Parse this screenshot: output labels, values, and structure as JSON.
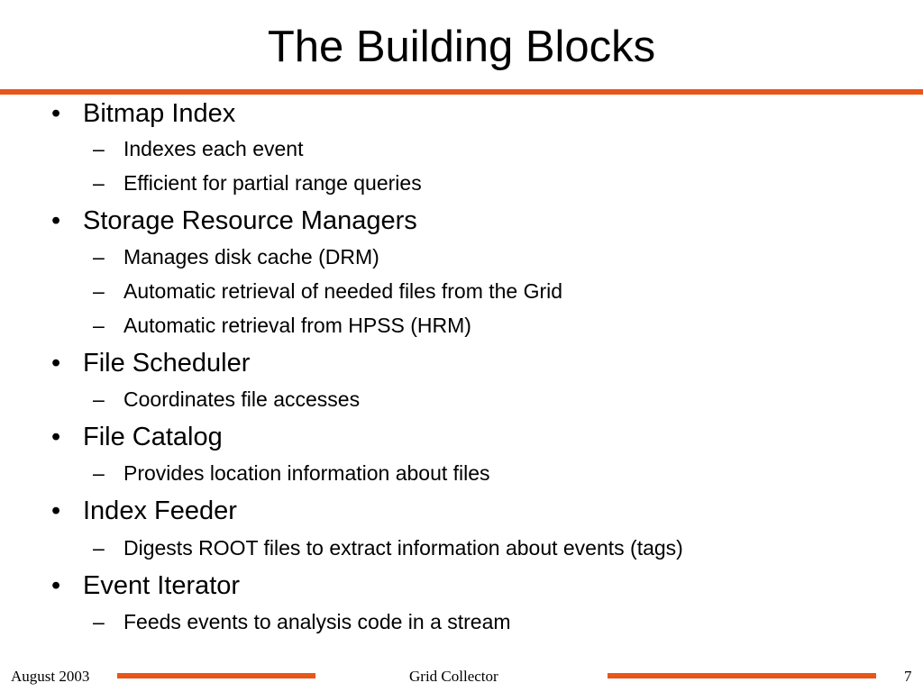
{
  "slide": {
    "title": "The Building Blocks",
    "accent_color": "#e8561a"
  },
  "bullets": [
    {
      "label": "Bitmap Index",
      "marker": "•",
      "subitems": [
        {
          "label": "Indexes each event",
          "marker": "–"
        },
        {
          "label": "Efficient for partial range queries",
          "marker": "–"
        }
      ]
    },
    {
      "label": "Storage Resource Managers",
      "marker": "•",
      "subitems": [
        {
          "label": "Manages disk cache (DRM)",
          "marker": "–"
        },
        {
          "label": "Automatic retrieval of needed files from the Grid",
          "marker": "–"
        },
        {
          "label": "Automatic retrieval from HPSS (HRM)",
          "marker": "–"
        }
      ]
    },
    {
      "label": "File Scheduler",
      "marker": "•",
      "subitems": [
        {
          "label": "Coordinates file accesses",
          "marker": "–"
        }
      ]
    },
    {
      "label": "File Catalog",
      "marker": "•",
      "subitems": [
        {
          "label": "Provides location information about files",
          "marker": "–"
        }
      ]
    },
    {
      "label": "Index Feeder",
      "marker": "•",
      "subitems": [
        {
          "label": "Digests ROOT files to extract information about events (tags)",
          "marker": "–"
        }
      ]
    },
    {
      "label": "Event Iterator",
      "marker": "•",
      "subitems": [
        {
          "label": "Feeds events to analysis code in a stream",
          "marker": "–"
        }
      ]
    }
  ],
  "footer": {
    "date": "August 2003",
    "center": "Grid Collector",
    "page_number": "7"
  }
}
